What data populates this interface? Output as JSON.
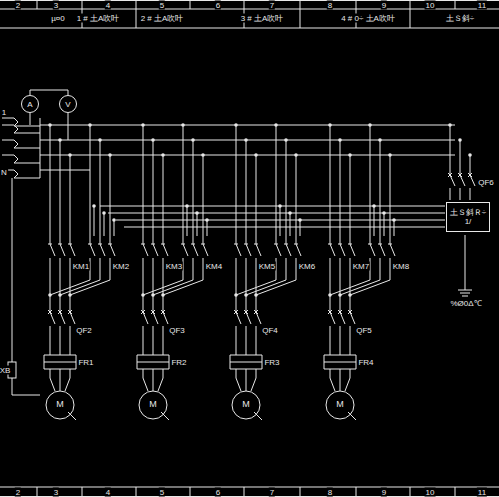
{
  "diagram": {
    "nodes": [
      {
        "text": [
          "A"
        ]
      },
      {
        "text": [
          "V"
        ]
      },
      {
        "text": [
          "土Ｓ斜Ｒ÷",
          "1/"
        ]
      }
    ],
    "labels": [
      "2",
      "3",
      "4",
      "5",
      "6",
      "7",
      "8",
      "9",
      "10",
      "11",
      "µ¤0",
      "1 # 土A吹叶",
      "2 # 土A吹叶",
      "3 # 土A吹叶",
      "4 # 0÷ 土A吹叶",
      "土Ｓ斜÷",
      "2",
      "3",
      "4",
      "5",
      "6",
      "7",
      "8",
      "9",
      "10",
      "11",
      "1",
      "N",
      "KM1",
      "KM2",
      "KM3",
      "KM4",
      "KM5",
      "KM6",
      "KM7",
      "KM8",
      "QF2",
      "QF3",
      "QF4",
      "QF5",
      "QF6",
      "FR1",
      "FR2",
      "FR3",
      "FR4",
      "XB",
      "%Ø0Δ℃",
      "M",
      "M",
      "M",
      "M"
    ]
  }
}
